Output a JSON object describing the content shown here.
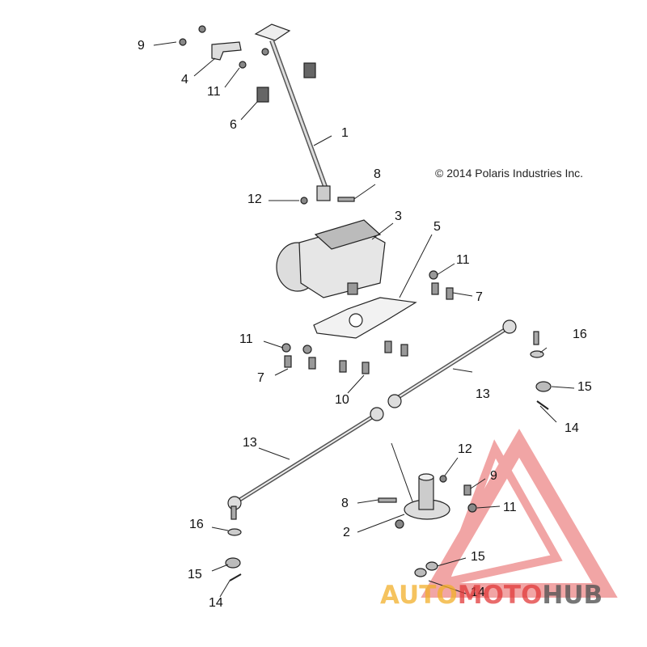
{
  "diagram": {
    "copyright": "© 2014 Polaris Industries Inc.",
    "callouts": {
      "c1": "1",
      "c2": "2",
      "c3": "3",
      "c4": "4",
      "c5": "5",
      "c6": "6",
      "c7a": "7",
      "c7b": "7",
      "c8a": "8",
      "c8b": "8",
      "c9a": "9",
      "c9b": "9",
      "c10": "10",
      "c11a": "11",
      "c11b": "11",
      "c11c": "11",
      "c11d": "11",
      "c12a": "12",
      "c12b": "12",
      "c13a": "13",
      "c13b": "13",
      "c14a": "14",
      "c14b": "14",
      "c14c": "14",
      "c15a": "15",
      "c15b": "15",
      "c15c": "15",
      "c16a": "16",
      "c16b": "16"
    }
  },
  "watermark": {
    "part1": "AUTO",
    "part2": "MOTO",
    "part3": "HUB",
    "colors": {
      "triangle": "#e23a3a",
      "auto": "#f2b02a",
      "moto": "#e23a3a",
      "hub": "#555555"
    }
  }
}
